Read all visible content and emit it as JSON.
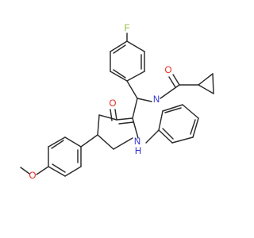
{
  "molecule": {
    "atom_labels": {
      "fluorine": "F",
      "ketone_oxygen": "O",
      "amide_oxygen": "O",
      "amide_nitrogen": "N",
      "amine_nitrogen": "N",
      "amine_hydrogen": "H",
      "ether_oxygen": "O"
    },
    "colors": {
      "bond": "#2b2b2b",
      "fluorine": "#8fbd3d",
      "oxygen": "#e8261b",
      "nitrogen": "#2f2fd7"
    }
  }
}
